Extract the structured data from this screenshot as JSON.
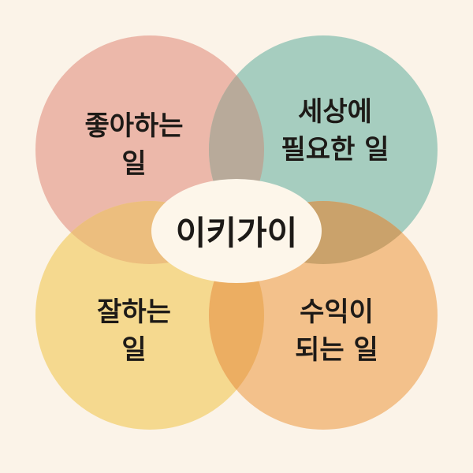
{
  "center": {
    "label": "이키가이"
  },
  "circles": {
    "love": {
      "line1": "좋아하는",
      "line2": "일",
      "color": "#ecb8aa"
    },
    "need": {
      "line1": "세상에",
      "line2": "필요한 일",
      "color": "#a6cdbf"
    },
    "good": {
      "line1": "잘하는",
      "line2": "일",
      "color": "#f5d98f"
    },
    "paid": {
      "line1": "수익이",
      "line2": "되는 일",
      "color": "#f3c18b"
    }
  },
  "colors": {
    "background": "#fbf3e8",
    "center_fill": "#fdf6ea",
    "overlap_top": "#b8aa9a",
    "overlap_left": "#ecbe7e",
    "overlap_right": "#caa26b",
    "overlap_bottom": "#ecae62"
  }
}
